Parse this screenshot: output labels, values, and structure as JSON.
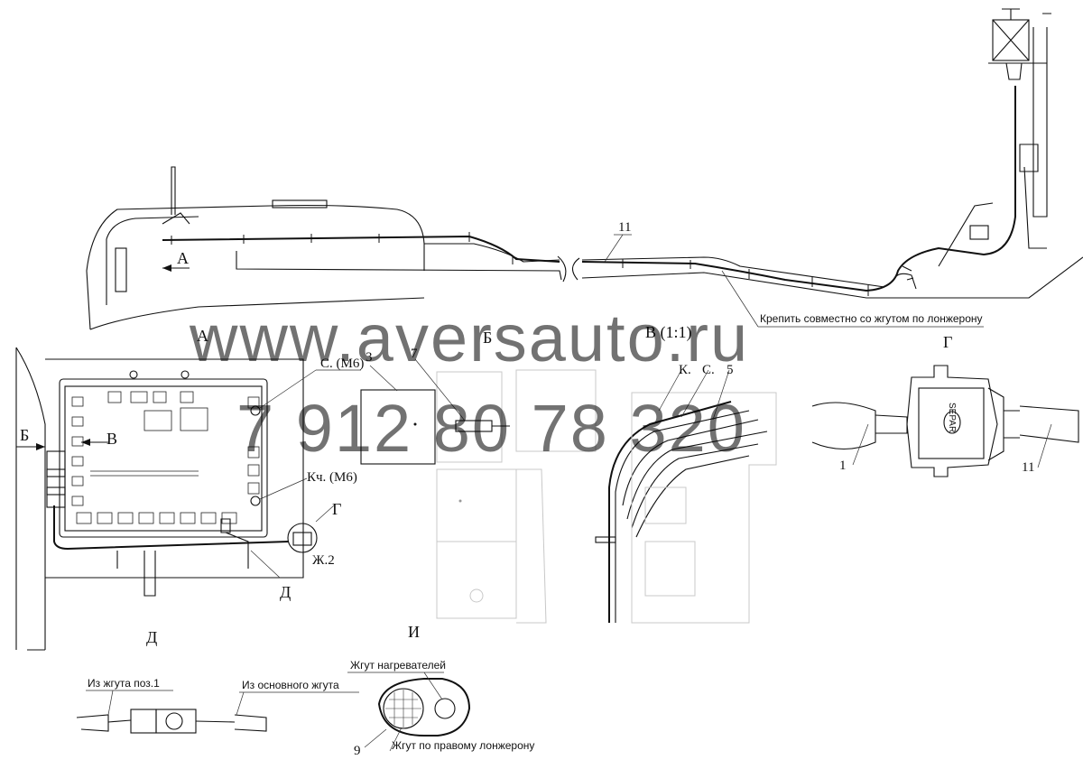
{
  "watermark": {
    "site": "www.aversauto.ru",
    "phone": "7 912 80 78 320"
  },
  "views": {
    "a": "А",
    "b": "Б",
    "v": "В",
    "v_scale": "В (1:1)",
    "g": "Г",
    "d": "Д",
    "i": "И",
    "zh2": "Ж.2"
  },
  "callouts": {
    "pos_11": "11",
    "pos_1": "1",
    "pos_3": "3",
    "pos_5": "5",
    "pos_7": "7",
    "pos_9": "9",
    "k": "К.",
    "s": "С.",
    "s_m6": "С. (М6)",
    "kch_m6": "Кч. (М6)",
    "note_longeron": "Крепить совместно со жгутом по лонжерону"
  },
  "connector": {
    "brand": "SEPAR"
  },
  "detail_d": {
    "from_harness_1": "Из жгута поз.1",
    "from_main_harness": "Из основного жгута"
  },
  "detail_i": {
    "heater_harness": "Жгут нагревателей",
    "right_longeron_harness": "Жгут по правому лонжерону"
  },
  "colors": {
    "line": "#111111",
    "ghost": "#c8c8c8",
    "background": "#ffffff"
  }
}
